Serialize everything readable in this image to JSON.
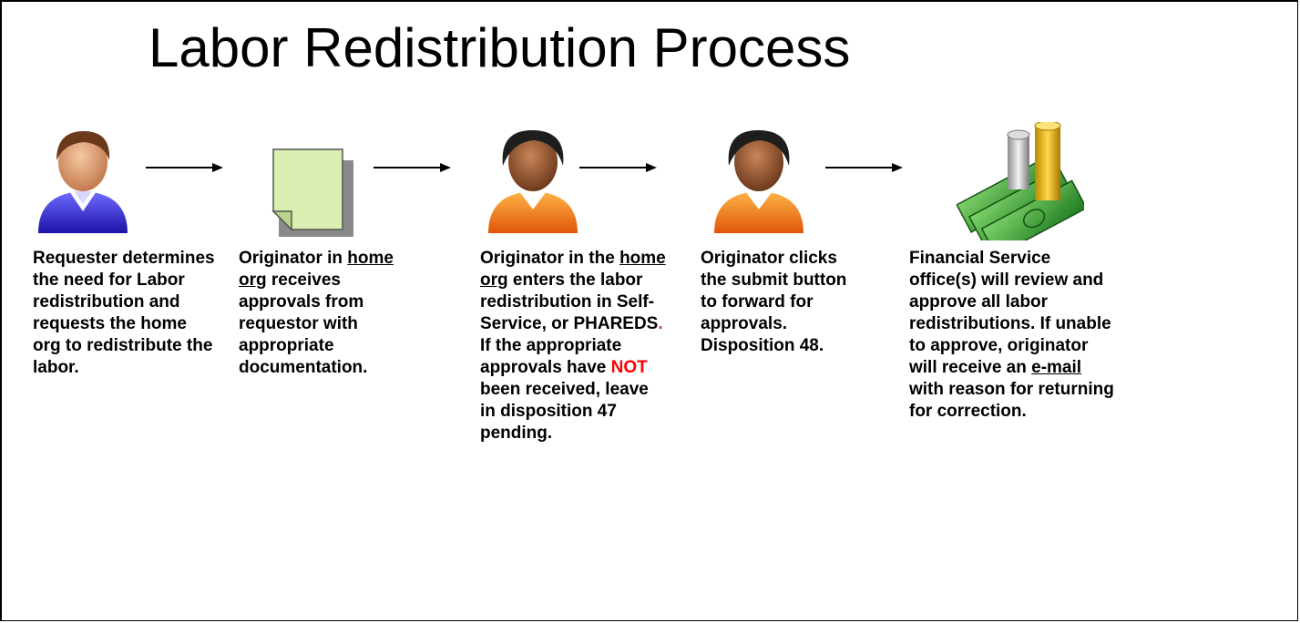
{
  "title": "Labor Redistribution Process",
  "icons": {
    "step1": "person-blue-icon",
    "step2": "document-icon",
    "step3": "person-orange-icon",
    "step4": "person-orange-icon",
    "step5": "money-icon"
  },
  "colors": {
    "document_fill": "#d9eeb0",
    "emphasis_red": "#ff0000",
    "period_accent": "#cc3399"
  },
  "steps": {
    "s1": "Requester determines the need for Labor redistribution and requests the home org to redistribute the labor.",
    "s2": {
      "a": "Originator in",
      "b": "home org",
      "c": "receives approvals from requestor with appropriate documentation."
    },
    "s3": {
      "a": "Originator in the",
      "b": "home org",
      "c": "enters the labor redistribution in Self-Service, or PHAREDS",
      "d": ".",
      "e": "If the appropriate approvals have",
      "f": "NOT",
      "g": "been received, leave in disposition 47 pending."
    },
    "s4": "Originator clicks the submit button to forward for approvals. Disposition 48.",
    "s5": {
      "a": "Financial Service office(s) will review and approve all labor redistributions. If unable to approve, originator will receive an",
      "b": "e-mail",
      "c": "with reason for returning for correction."
    }
  }
}
